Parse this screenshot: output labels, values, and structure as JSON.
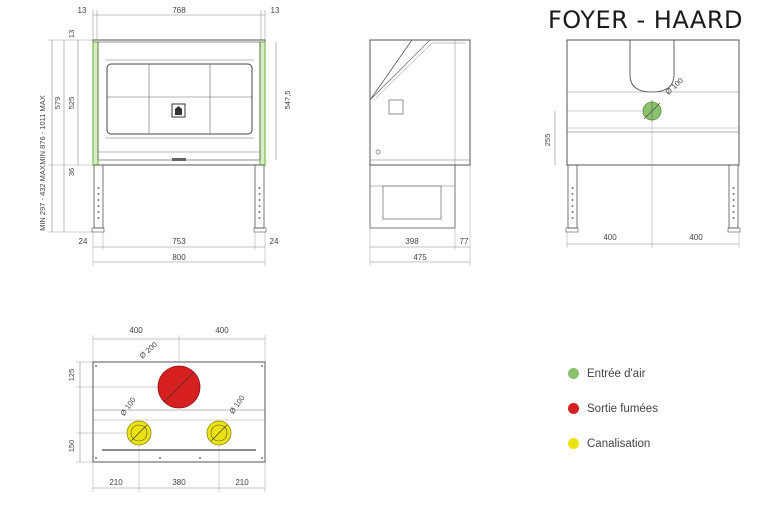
{
  "title": "FOYER - HAARD",
  "front_view": {
    "top_dims": [
      "13",
      "768",
      "13"
    ],
    "left_dims": [
      "13",
      "525",
      "579",
      "36"
    ],
    "left_ranges": [
      "MIN 876 - 1011 MAX",
      "MIN 297 - 432 MAX"
    ],
    "right_dim": "547,5",
    "bottom_dims": [
      "24",
      "753",
      "24"
    ],
    "total_width": "800"
  },
  "side_view": {
    "bottom_dims": [
      "398",
      "77"
    ],
    "total_depth": "475"
  },
  "back_view": {
    "height_dim": "255",
    "diameter_label": "Ø 100",
    "bottom_dims": [
      "400",
      "400"
    ]
  },
  "top_view": {
    "top_dims": [
      "400",
      "400"
    ],
    "left_dims": [
      "125",
      "150"
    ],
    "flue_label": "Ø 200",
    "inlet_left_label": "Ø 100",
    "inlet_right_label": "Ø 100",
    "bottom_dims": [
      "210",
      "380",
      "210"
    ]
  },
  "legend": [
    {
      "label": "Entrée d'air",
      "color": "#8cc26b",
      "icon": "green-dot"
    },
    {
      "label": "Sortie fumées",
      "color": "#d61f1f",
      "icon": "red-dot"
    },
    {
      "label": "Canalisation",
      "color": "#ece20f",
      "icon": "yellow-dot"
    }
  ],
  "colors": {
    "outline": "#555555",
    "dim": "#777777",
    "frame_green": "#7bbf4a"
  }
}
